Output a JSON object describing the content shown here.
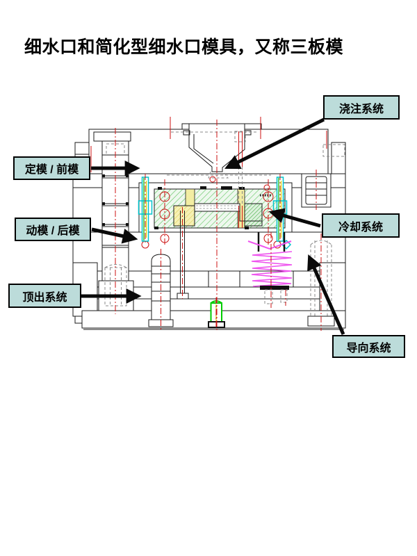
{
  "slide": {
    "title": "细水口和简化型细水口模具，又称三板模"
  },
  "callouts": [
    {
      "id": "pouring",
      "label": "浇注系统"
    },
    {
      "id": "fixed-mold",
      "label": "定模 / 前模"
    },
    {
      "id": "moving-mold",
      "label": "动模 / 后模"
    },
    {
      "id": "cooling",
      "label": "冷却系统"
    },
    {
      "id": "ejection",
      "label": "顶出系统"
    },
    {
      "id": "guiding",
      "label": "导向系统"
    }
  ],
  "colors": {
    "callout_bg": "#bcdcda",
    "callout_border": "#000000",
    "arrow": "#0a0a0a",
    "centerline_red": "#cc1111",
    "hatch_green": "#5cc45c",
    "hatch_green_dark": "#3aaa3a",
    "insert_yellow": "#f2eda2",
    "guide_pin_cyan": "#00c4cc",
    "spring_magenta": "#ee55ee",
    "ejector_pin_green": "#00cc00"
  }
}
